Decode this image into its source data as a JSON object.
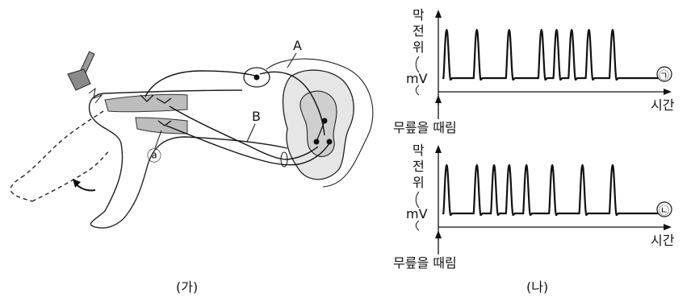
{
  "panel_ga": {
    "caption": "(가)",
    "label_a": "A",
    "label_b": "B",
    "label_muscle": "ⓐ"
  },
  "panel_na": {
    "caption": "(나)",
    "charts": [
      {
        "ylabel_chars": [
          "막",
          "전",
          "위"
        ],
        "yunit": "mV",
        "xlabel": "시간",
        "event_label": "무릎을 때림",
        "marker": "㉠",
        "spike_times": [
          0.02,
          0.16,
          0.31,
          0.46,
          0.53,
          0.6,
          0.68,
          0.79
        ]
      },
      {
        "ylabel_chars": [
          "막",
          "전",
          "위"
        ],
        "yunit": "mV",
        "xlabel": "시간",
        "event_label": "무릎을 때림",
        "marker": "㉡",
        "spike_times": [
          0.02,
          0.16,
          0.24,
          0.31,
          0.39,
          0.51,
          0.65,
          0.79
        ]
      }
    ]
  }
}
